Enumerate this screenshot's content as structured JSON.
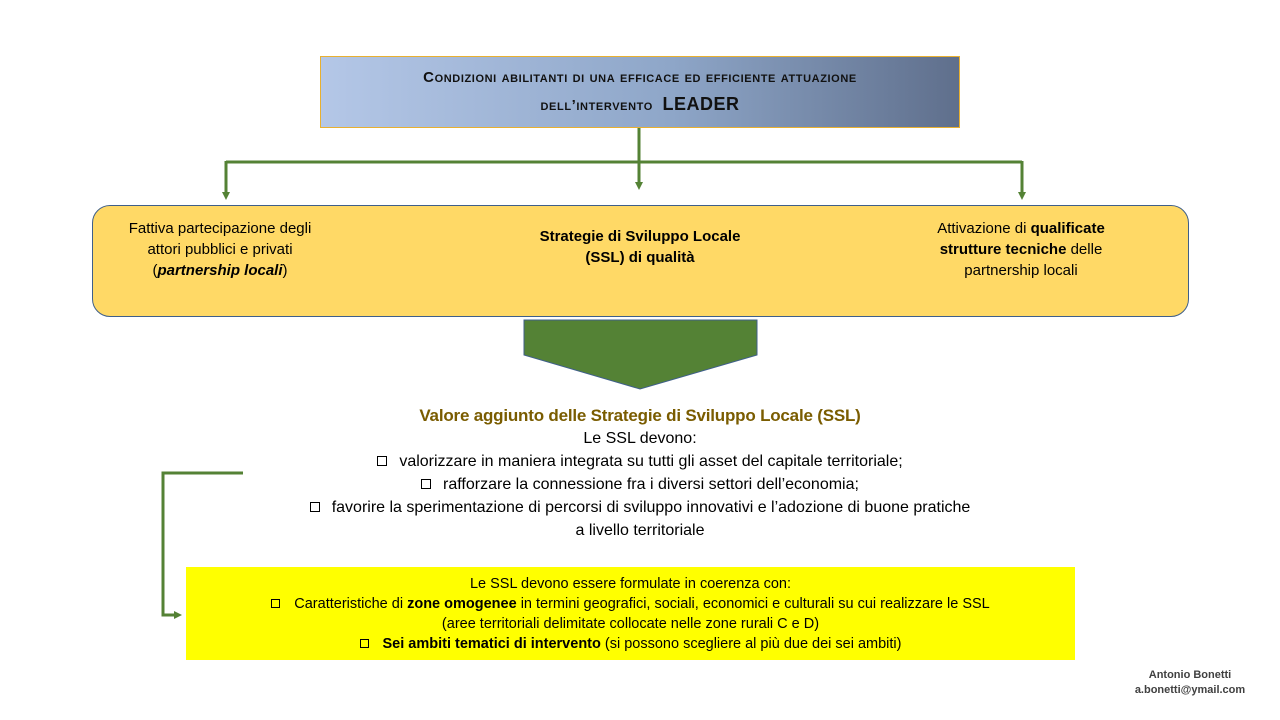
{
  "title": {
    "line1": "Condizioni abilitanti di una efficace ed efficiente attuazione",
    "line2": "dell’intervento",
    "highlight": "LEADER"
  },
  "pillars": {
    "left": {
      "part1": "Fattiva partecipazione degli attori pubblici e privati (",
      "italic_bold": "partnership locali",
      "part2": ")"
    },
    "center": {
      "line1": "Strategie di Sviluppo Locale",
      "line2": "(SSL) di qualità"
    },
    "right": {
      "part1": "Attivazione di ",
      "bold": "qualificate strutture tecniche",
      "part2": " delle partnership locali"
    }
  },
  "value_added": {
    "title": "Valore aggiunto delle Strategie di Sviluppo Locale (SSL)",
    "intro": "Le SSL devono:",
    "items": [
      "valorizzare in maniera integrata su tutti gli asset del capitale territoriale;",
      "rafforzare la connessione fra i diversi settori dell’economia;",
      "favorire la sperimentazione di percorsi di sviluppo innovativi e l’adozione di buone pratiche"
    ],
    "item3_continuation": "a livello territoriale"
  },
  "constraints": {
    "intro": "Le SSL devono essere formulate in coerenza con:",
    "item1_prefix": "Caratteristiche di ",
    "item1_bold": "zone omogenee",
    "item1_suffix": " in termini geografici, sociali, economici e culturali su cui realizzare le SSL",
    "item1_note": "(aree territoriali delimitate collocate nelle zone rurali C e D)",
    "item2_bold": "Sei ambiti tematici di intervento",
    "item2_suffix": " (si possono scegliere al più due dei sei ambiti)"
  },
  "signature": {
    "name": "Antonio Bonetti",
    "email": "a.bonetti@ymail.com"
  },
  "colors": {
    "arrow_green": "#548235",
    "pillars_fill": "#ffd966",
    "constraints_fill": "#ffff00",
    "title_text_accent": "#7a5c00"
  }
}
